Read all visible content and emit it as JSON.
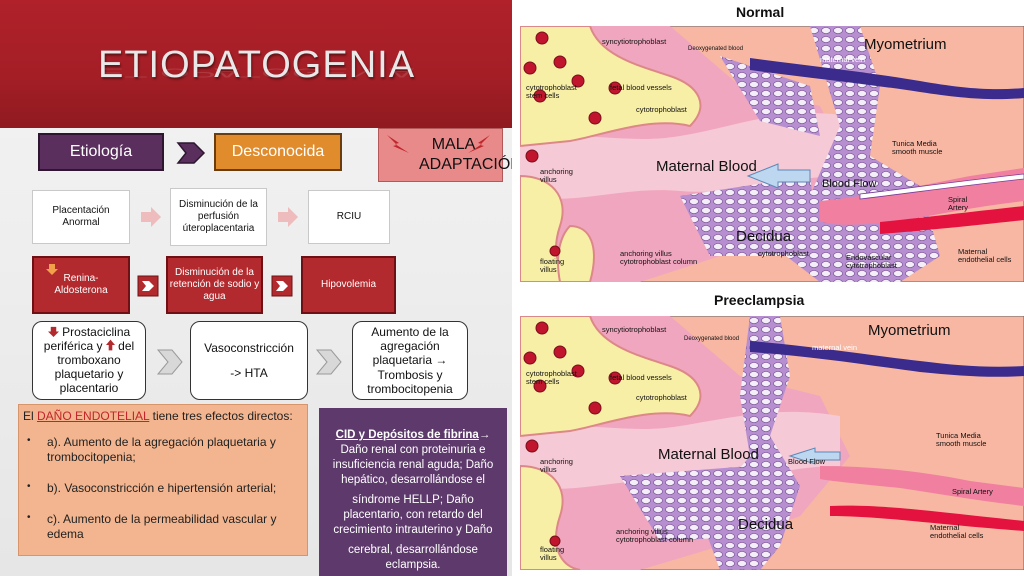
{
  "slide": {
    "title": "ETIOPATOGENIA",
    "etiologia_label": "Etiología",
    "desconocida_label": "Desconocida",
    "mala_adaptacion": "MALA ADAPTACIÓN"
  },
  "flow": {
    "row1": [
      "Placentación Anormal",
      "Disminución de la perfusión úteroplacentaria",
      "RCIU"
    ],
    "row2": [
      "Renina-Aldosterona",
      "Disminución de la retención de sodio y agua",
      "Hipovolemia"
    ],
    "row3_box1_part1": "Prostaciclina periférica y",
    "row3_box1_part2": "del tromboxano plaquetario y placentario",
    "row3_box2_line1": "Vasoconstricción",
    "row3_box2_line2": "-> HTA",
    "row3_box3": "Aumento de la agregación plaquetaria → Trombosis y trombocitopenia"
  },
  "dano": {
    "intro_prefix": "El",
    "intro_highlight": "DAÑO ENDOTELIAL",
    "intro_suffix": "tiene tres efectos directos:",
    "items": [
      "a). Aumento de la agregación plaquetaria y trombocitopenia;",
      "b). Vasoconstricción e hipertensión arterial;",
      "c). Aumento de la permeabilidad vascular y edema"
    ]
  },
  "cid": {
    "heading": "CID y Depósitos de fibrina",
    "arrow": "→",
    "text1": "Daño renal con proteinuria e insuficiencia renal aguda; Daño hepático, desarrollándose el",
    "text2": "síndrome HELLP; Daño placentario, con retardo del crecimiento intrauterino y Daño",
    "text3": "cerebral, desarrollándose eclampsia."
  },
  "diagram_labels": {
    "normal_title": "Normal",
    "preeclampsia_title": "Preeclampsia",
    "syncytiotrophoblast": "syncytiotrophoblast",
    "deoxygenated_blood": "Deoxygenated blood",
    "myometrium": "Myometrium",
    "maternal_vein": "maternal vein",
    "cytotrophoblast_stem_cells": "cytotrophoblast stem cells",
    "fetal_blood_vessels": "fetal blood vessels",
    "cytotrophoblast": "cytotrophoblast",
    "tunica_media": "Tunica Media smooth muscle",
    "maternal_blood": "Maternal Blood",
    "anchoring_villus": "anchoring villus",
    "blood_flow": "Blood Flow",
    "spiral_artery": "Spiral Artery",
    "decidua": "Decidua",
    "endovascular_cytotrophoblast": "Endovascular cytotrophoblast",
    "maternal_endothelial_cells": "Maternal endothelial cells",
    "anchoring_villus_column": "anchoring villus cytotrophoblast column",
    "floating_villus": "floating villus"
  },
  "colors": {
    "banner_red": "#a41e26",
    "purple": "#5a2f5e",
    "orange": "#e08b2c",
    "red_box": "#b22a2e",
    "salmon": "#f3b58f"
  }
}
